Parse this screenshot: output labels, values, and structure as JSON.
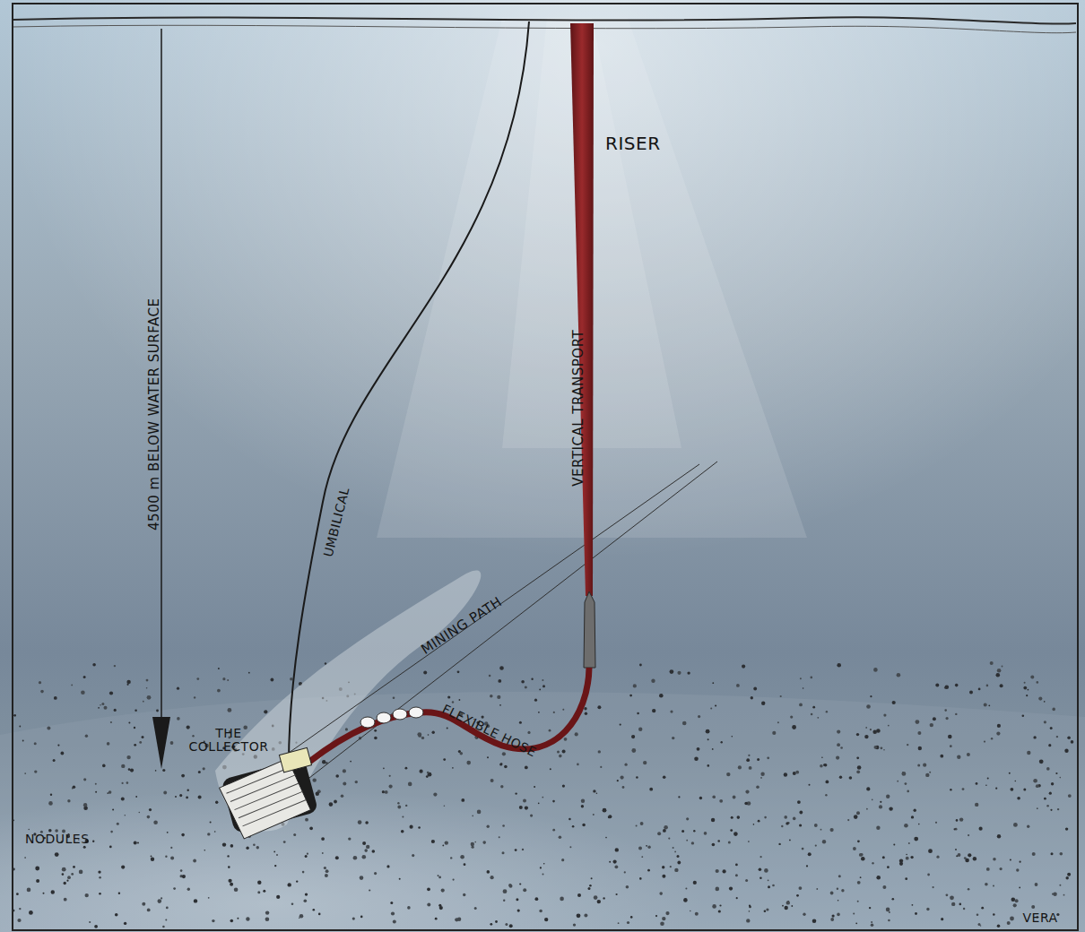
{
  "diagram": {
    "labels": [
      "RISER",
      "VERTICAL TRANSPORT",
      "4500 m BELOW WATER SURFACE",
      "UMBILICAL",
      "MINING PATH",
      "THE COLLECTOR",
      "FLEXIBLE HOSE",
      "NODULES",
      "VERA"
    ]
  }
}
